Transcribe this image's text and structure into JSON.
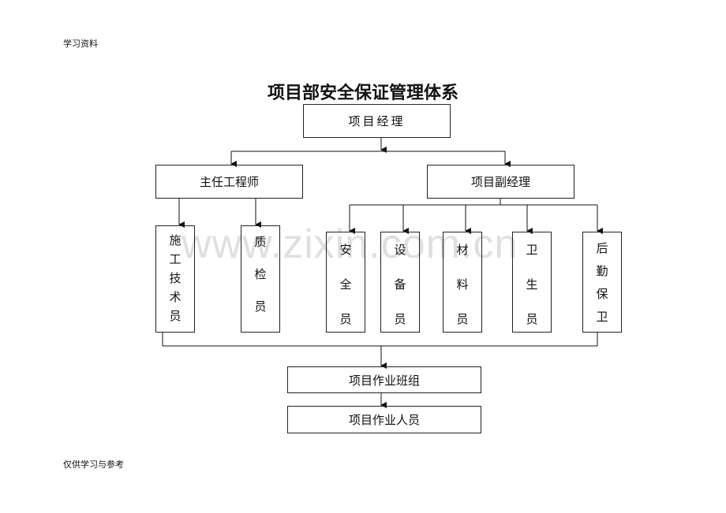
{
  "header": "学习资料",
  "footer": "仅供学习与参考",
  "watermark": "www.zixin.com.cn",
  "title": "项目部安全保证管理体系",
  "nodes": {
    "pm": "项目经理",
    "chief_engineer": "主任工程师",
    "deputy_pm": "项目副经理",
    "construction_tech": [
      "施",
      "工",
      "技",
      "术",
      "员"
    ],
    "quality": [
      "质",
      "检",
      "员"
    ],
    "safety": [
      "安",
      "全",
      "员"
    ],
    "equipment": [
      "设",
      "备",
      "员"
    ],
    "materials": [
      "材",
      "料",
      "员"
    ],
    "hygiene": [
      "卫",
      "生",
      "员"
    ],
    "logistics": [
      "后",
      "勤",
      "保",
      "卫"
    ],
    "team": "项目作业班组",
    "workers": "项目作业人员"
  }
}
